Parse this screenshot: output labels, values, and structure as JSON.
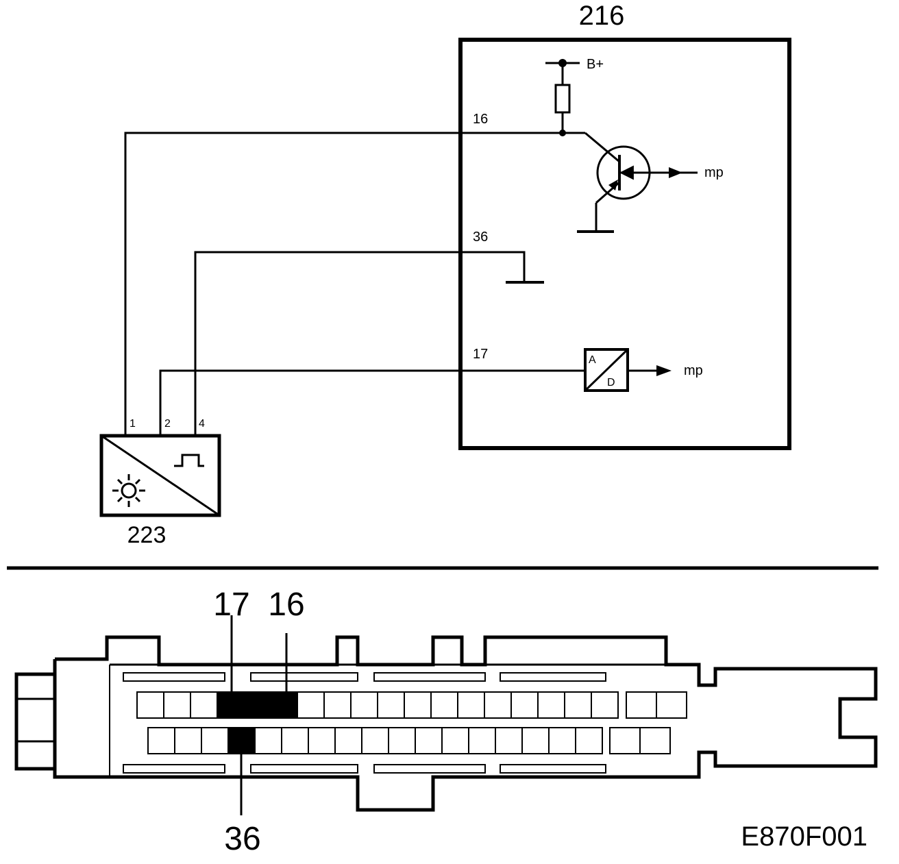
{
  "diagram": {
    "ecu": {
      "ref": "216"
    },
    "sensor": {
      "ref": "223",
      "pins": [
        "1",
        "2",
        "4"
      ]
    },
    "wires": {
      "w16": "16",
      "w36": "36",
      "w17": "17"
    },
    "supply": "B+",
    "adc": {
      "in": "A",
      "out": "D"
    },
    "outputs": {
      "transistor": "mp",
      "adc": "mp"
    },
    "connector": {
      "labels": {
        "top_left": "17",
        "top_right": "16",
        "bottom": "36"
      }
    },
    "doc_code": "E870F001",
    "colors": {
      "ink": "#000000",
      "paper": "#ffffff"
    }
  }
}
